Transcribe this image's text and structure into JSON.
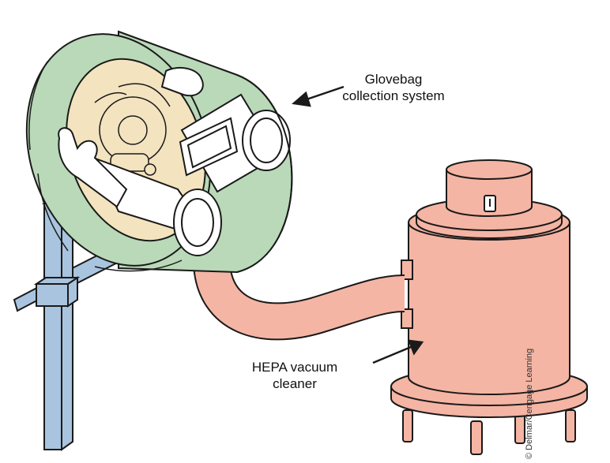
{
  "labels": {
    "glovebag_line1": "Glovebag",
    "glovebag_line2": "collection system",
    "hepa_line1": "HEPA vacuum",
    "hepa_line2": "cleaner"
  },
  "credit": "© Delmar/Cengage Learning",
  "colors": {
    "glovebag": "#b9d9b8",
    "vacuum": "#f5b5a4",
    "stand": "#a9c4de",
    "brake_assembly": "#f3e3bf",
    "glove": "#ffffff",
    "outline": "#1a1a1a"
  }
}
